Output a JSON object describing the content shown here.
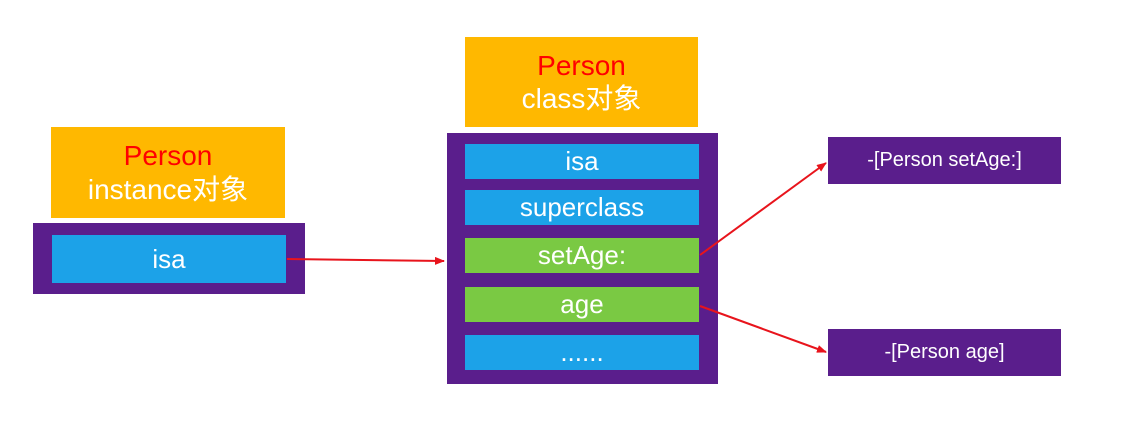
{
  "instance": {
    "name": "Person",
    "type": "instance对象",
    "isa": "isa"
  },
  "class_object": {
    "name": "Person",
    "type": "class对象",
    "slots": [
      "isa",
      "superclass",
      "setAge:",
      "age",
      "......"
    ]
  },
  "methods": {
    "set_age": "-[Person setAge:]",
    "age": "-[Person age]"
  },
  "colors": {
    "header_bg": "#FFB800",
    "header_name": "#FF0000",
    "container": "#5A1E8C",
    "slot_blue": "#1CA2E8",
    "slot_green": "#7AC943",
    "arrow": "#E8141C"
  }
}
